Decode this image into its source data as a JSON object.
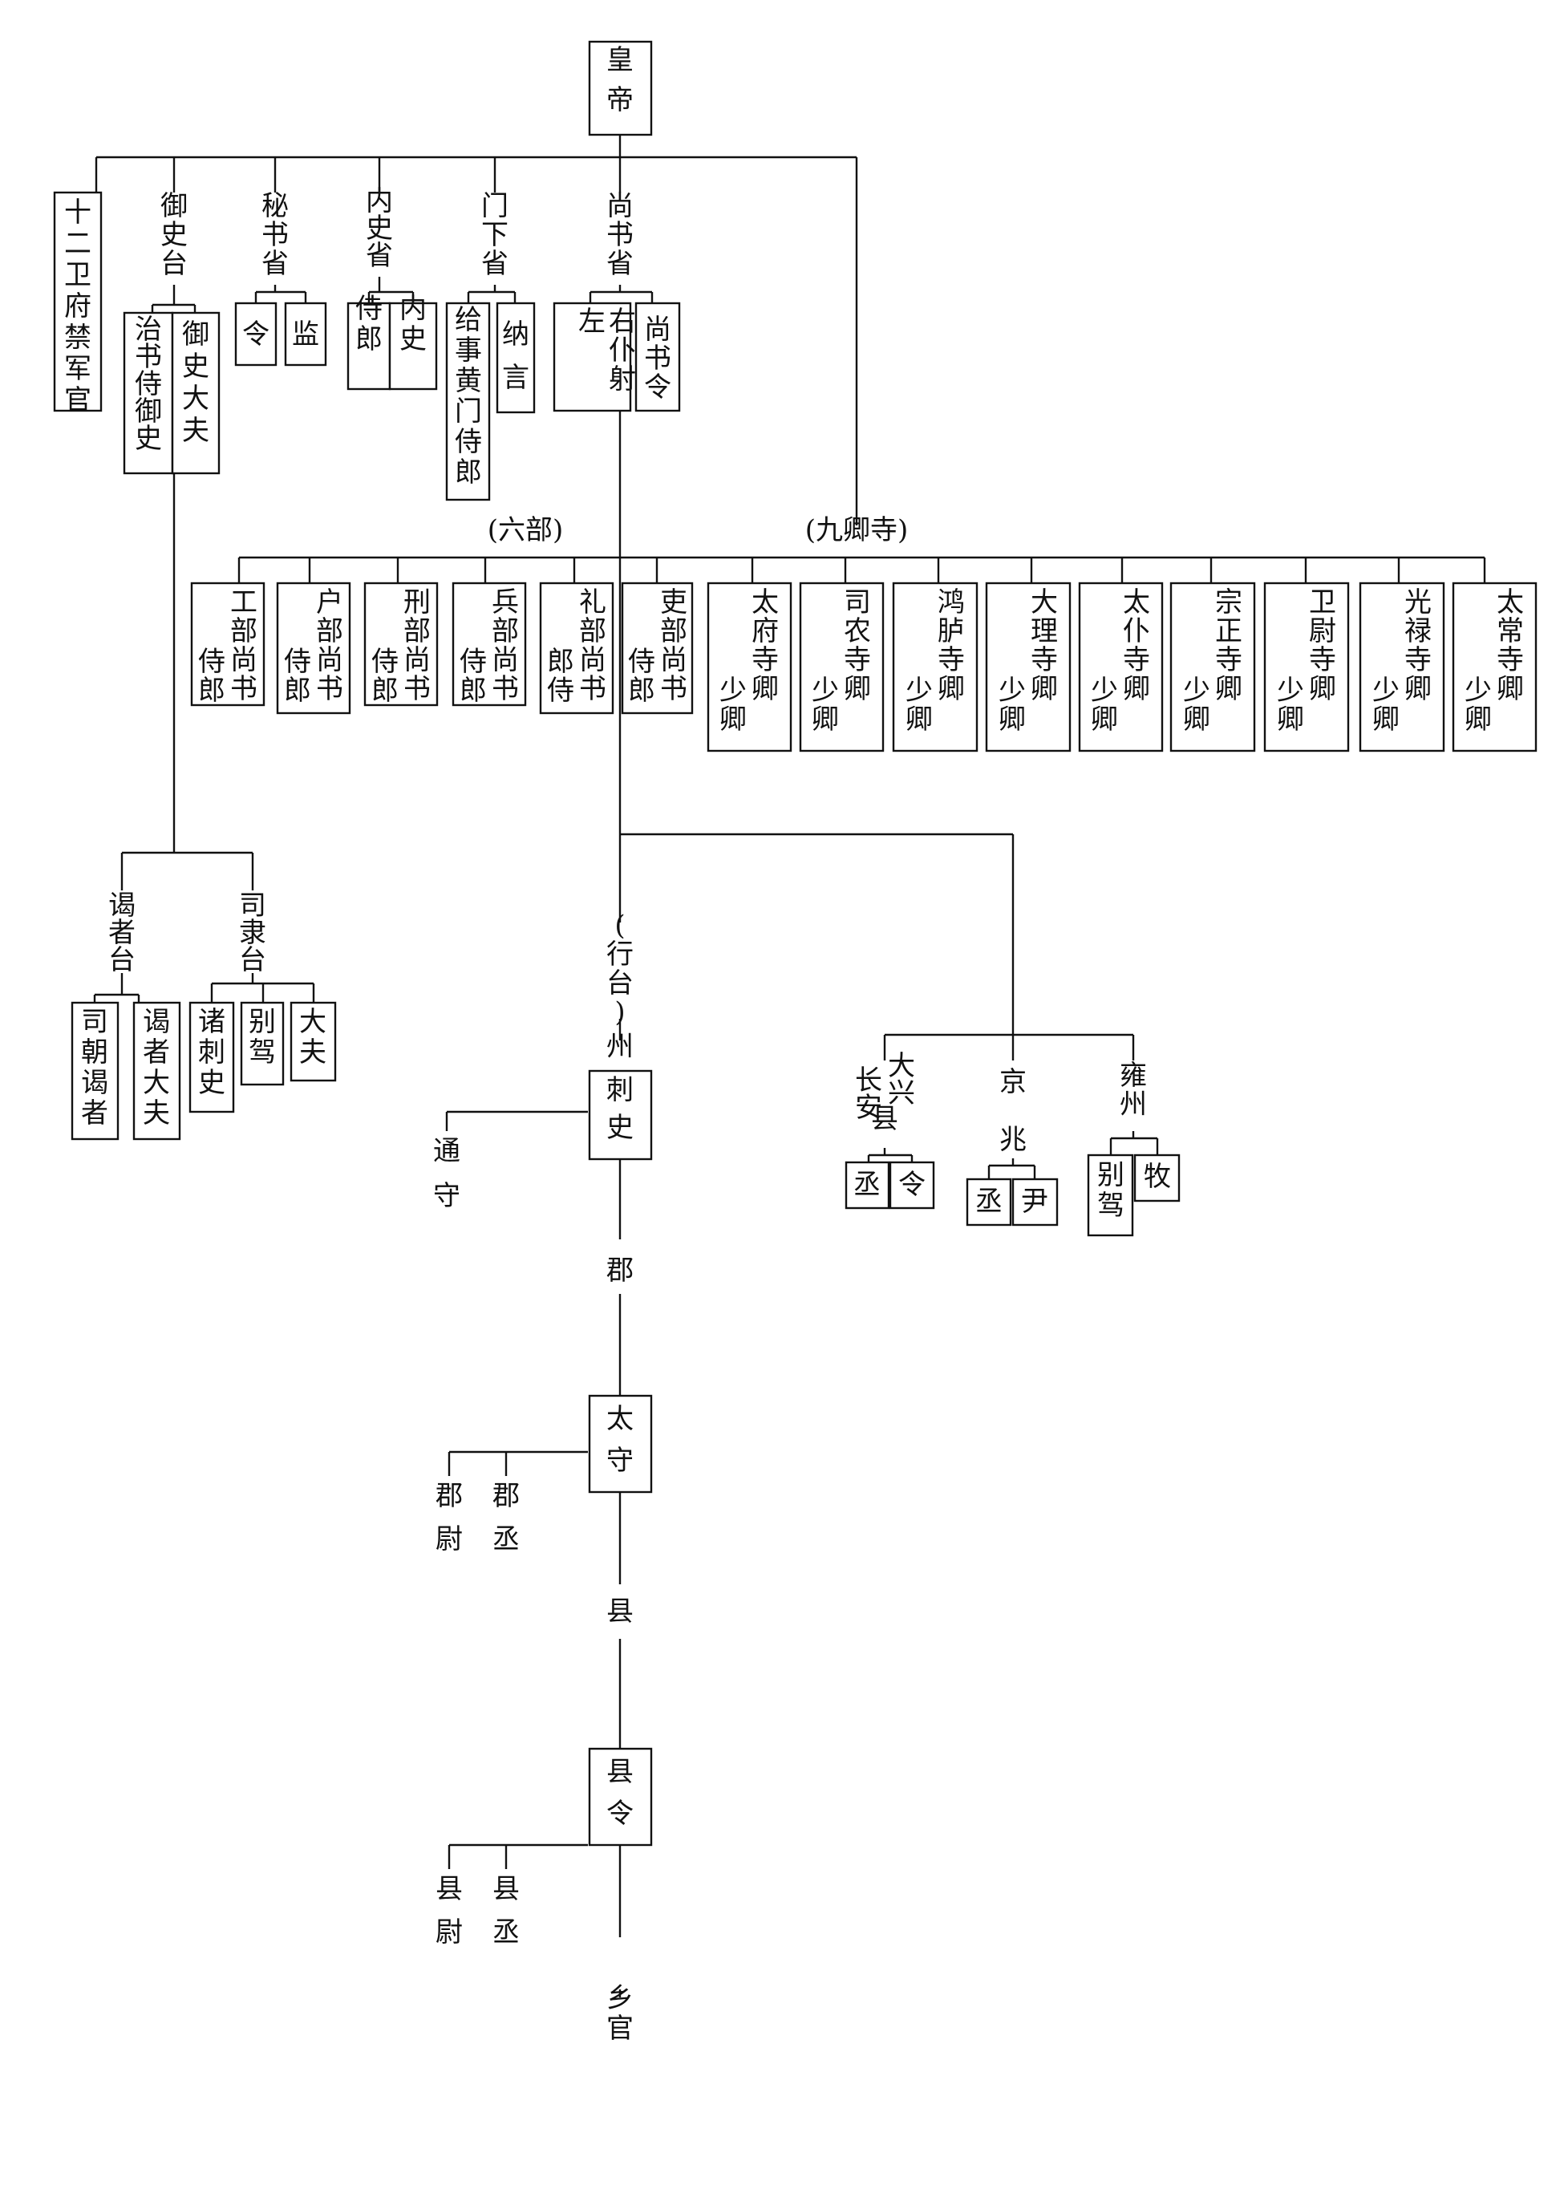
{
  "emperor": "皇帝",
  "row1": {
    "guards": "十二卫府禁军官",
    "censorate": "御史台",
    "secretariat": "秘书省",
    "palace_secretariat": "内史省",
    "chancellery": "门下省",
    "state_affairs": "尚书省"
  },
  "censorate_officials": {
    "zhishu_shiyushi": "治书侍御史",
    "yushi_dafu": "御史大夫"
  },
  "secretariat_officials": {
    "ling": "令",
    "jian": "监"
  },
  "neishi_officials": {
    "shilang": "侍郎",
    "neishi": "内史"
  },
  "menxia_officials": {
    "jishi_huangmen_shilang": "给事黄门侍郎",
    "nayan": "纳言"
  },
  "shangshu_officials": {
    "zuoyou_pushe": "左右仆射",
    "shangshu_ling": "尚书令"
  },
  "group_labels": {
    "six_ministries": "(六部)",
    "nine_courts": "(九卿寺)"
  },
  "ministries": [
    {
      "col_right": "工部尚书",
      "col_left": "侍郎"
    },
    {
      "col_right": "户部尚书",
      "col_left": "侍郎"
    },
    {
      "col_right": "刑部尚书",
      "col_left": "侍郎"
    },
    {
      "col_right": "兵部尚书",
      "col_left": "侍郎"
    },
    {
      "col_right": "礼部尚书",
      "col_left": "郎侍"
    },
    {
      "col_right": "吏部尚书",
      "col_left": "侍郎"
    }
  ],
  "courts": [
    {
      "col_right": "太府寺卿",
      "col_left": "少卿"
    },
    {
      "col_right": "司农寺卿",
      "col_left": "少卿"
    },
    {
      "col_right": "鸿胪寺卿",
      "col_left": "少卿"
    },
    {
      "col_right": "大理寺卿",
      "col_left": "少卿"
    },
    {
      "col_right": "太仆寺卿",
      "col_left": "少卿"
    },
    {
      "col_right": "宗正寺卿",
      "col_left": "少卿"
    },
    {
      "col_right": "卫尉寺卿",
      "col_left": "少卿"
    },
    {
      "col_right": "光禄寺卿",
      "col_left": "少卿"
    },
    {
      "col_right": "太常寺卿",
      "col_left": "少卿"
    }
  ],
  "yezhe_tai": {
    "name": "谒者台",
    "siechao_yezhe": "司朝谒者",
    "yezhe_dafu": "谒者大夫"
  },
  "sili_tai": {
    "name": "司隶台",
    "zhu_cishi": "诸刺史",
    "biejia": "别驾",
    "dafu": "大夫"
  },
  "prefecture": {
    "xingtai": "(行台)",
    "zhou": "州",
    "cishi": "刺史",
    "tongshou": "通守",
    "jun": "郡",
    "taishou": "太守",
    "junwei": "郡尉",
    "juncheng": "郡丞",
    "xian": "县",
    "xianling": "县令",
    "xianwei": "县尉",
    "xiancheng": "县丞",
    "xiangguan": "乡官"
  },
  "capital": {
    "changan": "长安",
    "daxing": "大兴",
    "xian": "县",
    "cheng": "丞",
    "ling": "令",
    "jingzhao": "京兆",
    "jz_cheng": "丞",
    "jz_yin": "尹",
    "yongzhou": "雍州",
    "yz_biejia": "别驾",
    "yz_mu": "牧"
  }
}
